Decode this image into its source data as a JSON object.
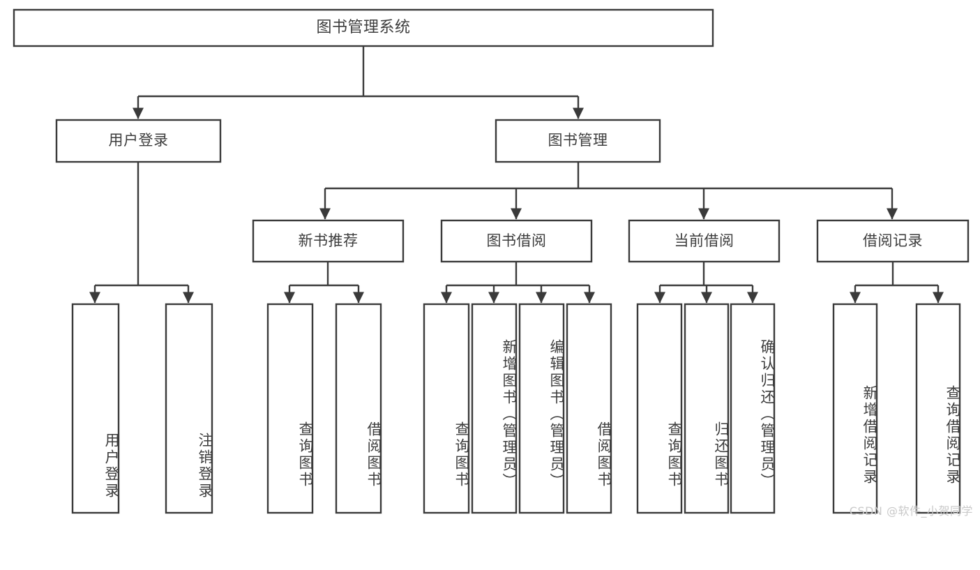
{
  "diagram": {
    "type": "tree",
    "title_node": {
      "label": "图书管理系统"
    },
    "level2": [
      {
        "label": "用户登录"
      },
      {
        "label": "图书管理"
      }
    ],
    "level3": [
      {
        "label": "新书推荐"
      },
      {
        "label": "图书借阅"
      },
      {
        "label": "当前借阅"
      },
      {
        "label": "借阅记录"
      }
    ],
    "leaves": {
      "user_login": [
        {
          "label": "用户登录"
        },
        {
          "label": "注销登录"
        }
      ],
      "new_book_recommend": [
        {
          "label": "查询图书"
        },
        {
          "label": "借阅图书"
        }
      ],
      "book_borrow": [
        {
          "label": "查询图书"
        },
        {
          "label": "新增图书（管理员）"
        },
        {
          "label": "编辑图书（管理员）"
        },
        {
          "label": "借阅图书"
        }
      ],
      "current_borrow": [
        {
          "label": "查询图书"
        },
        {
          "label": "归还图书"
        },
        {
          "label": "确认归还（管理员）"
        }
      ],
      "borrow_record": [
        {
          "label": "新增借阅记录"
        },
        {
          "label": "查询借阅记录"
        }
      ]
    }
  },
  "watermark": {
    "text": "CSDN @软件_小贺同学"
  },
  "colors": {
    "stroke": "#3a3a3a",
    "text": "#3c3c3c",
    "background": "#ffffff",
    "watermark": "#c9c9c9"
  }
}
